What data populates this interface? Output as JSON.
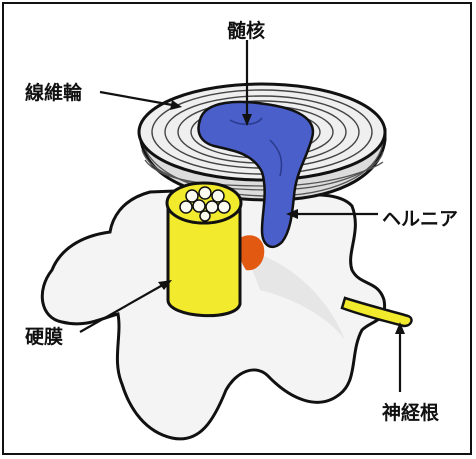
{
  "labels": {
    "nucleus": "髄核",
    "annulus": "線維輪",
    "hernia": "ヘルニア",
    "dura": "硬膜",
    "nerve_root": "神経根"
  },
  "colors": {
    "nucleus": "#4a5fc9",
    "dura": "#f2ea2c",
    "nerve_root": "#f2ea2c",
    "compression": "#e25a12",
    "bone": "#f4f4f4",
    "outline": "#111111"
  }
}
